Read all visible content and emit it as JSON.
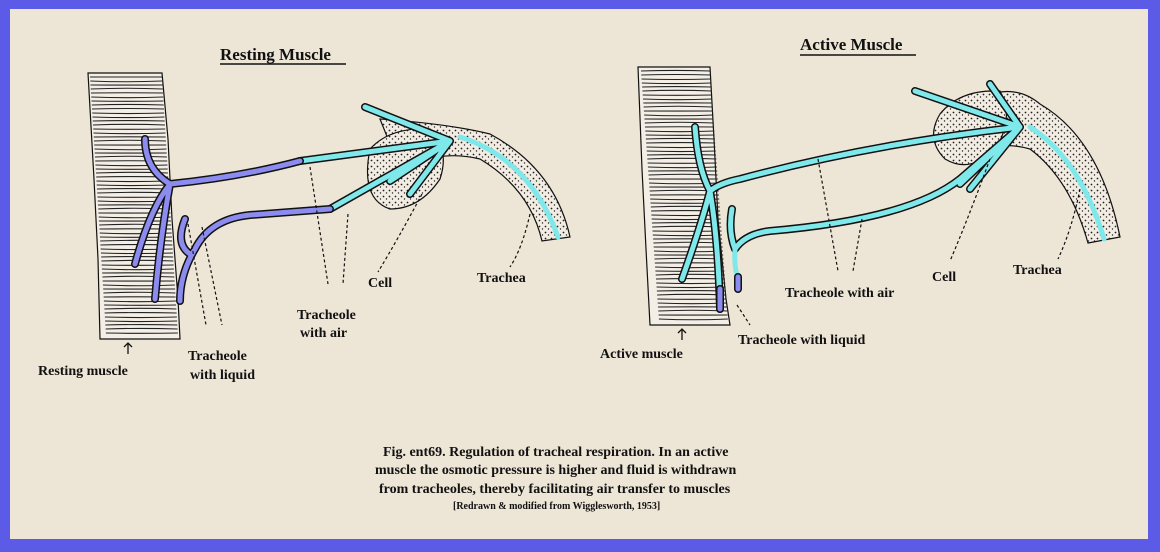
{
  "left_panel": {
    "title": "Resting Muscle",
    "labels": {
      "muscle": "Resting muscle",
      "tracheole_liquid_1": "Tracheole",
      "tracheole_liquid_2": "with liquid",
      "tracheole_air_1": "Tracheole",
      "tracheole_air_2": "with air",
      "cell": "Cell",
      "trachea": "Trachea"
    }
  },
  "right_panel": {
    "title": "Active Muscle",
    "labels": {
      "muscle": "Active muscle",
      "tracheole_liquid": "Tracheole with liquid",
      "tracheole_air": "Tracheole with air",
      "cell": "Cell",
      "trachea": "Trachea"
    }
  },
  "caption": {
    "line1": "Fig. ent69.  Regulation of tracheal respiration.  In an active",
    "line2": "muscle the osmotic pressure is higher and fluid is withdrawn",
    "line3": "from tracheoles, thereby facilitating air transfer to muscles",
    "credit": "[Redrawn & modified from Wigglesworth, 1953]"
  },
  "colors": {
    "border": "#5b5be8",
    "background": "#ede5d6",
    "air_tracheole": "#7fe8ea",
    "liquid_tracheole": "#8c8cf0"
  }
}
